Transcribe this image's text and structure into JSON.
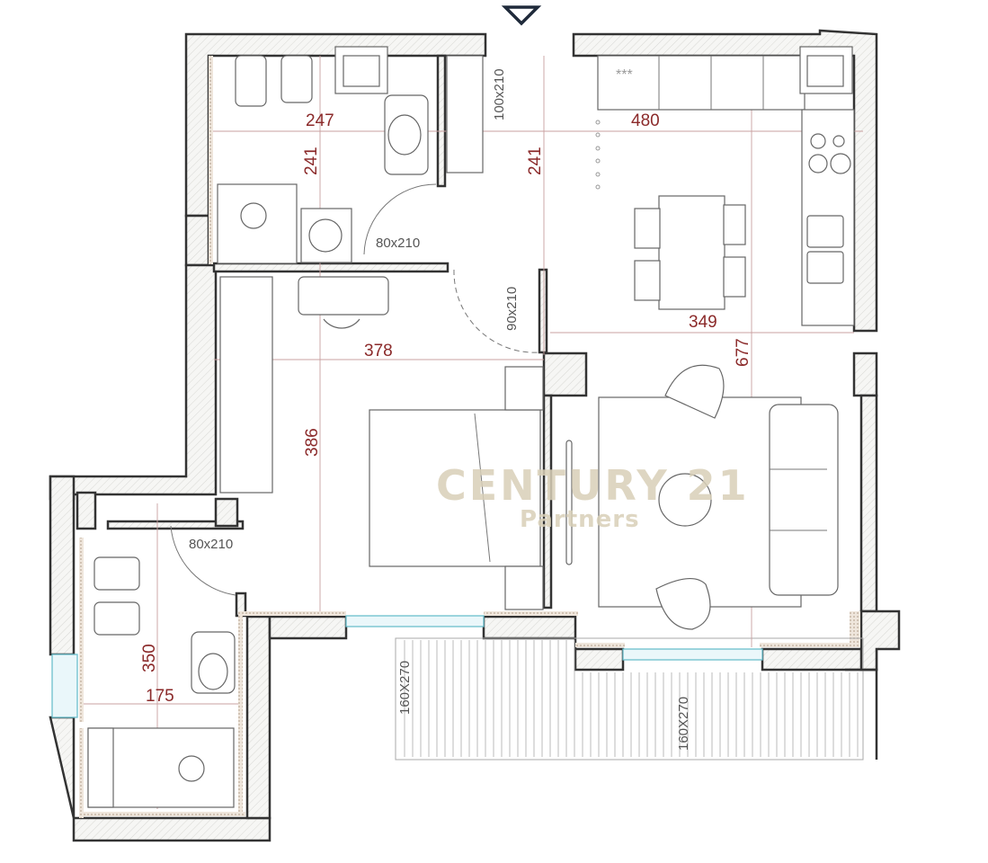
{
  "plan": {
    "entrance_marker": "entrance-triangle",
    "watermark": {
      "line1": "CENTURY 21",
      "line2": "Partners",
      "color": "#d9d0b8"
    },
    "dimension_color": "#8b2a2a",
    "rooms": [
      {
        "name": "bathroom-1",
        "dims": [
          "247",
          "241"
        ]
      },
      {
        "name": "kitchen-dining",
        "dims": [
          "480",
          "241"
        ]
      },
      {
        "name": "living-room",
        "dims": [
          "349",
          "677"
        ]
      },
      {
        "name": "bedroom",
        "dims": [
          "378",
          "386"
        ]
      },
      {
        "name": "bathroom-2",
        "dims": [
          "175",
          "350"
        ]
      }
    ],
    "labels": {
      "bath1_width": "247",
      "bath1_height": "241",
      "kitchen_width": "480",
      "kitchen_height": "241",
      "living_width": "349",
      "living_height": "677",
      "bedroom_width": "378",
      "bedroom_height": "386",
      "bath2_width": "175",
      "bath2_height": "350"
    },
    "doors": {
      "entry": "100x210",
      "bath1": "80x210",
      "bedroom": "90x210",
      "bath2": "80x210",
      "terrace_left": "160X270",
      "terrace_right": "160X270"
    },
    "cooktop_marks": "***"
  }
}
